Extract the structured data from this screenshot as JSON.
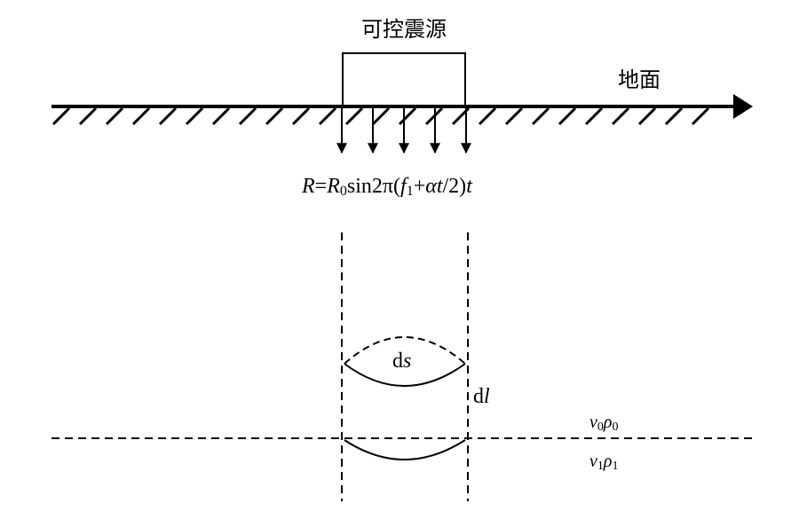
{
  "labels": {
    "source": "可控震源",
    "ground": "地面",
    "formula": {
      "r": "R",
      "eq": "=",
      "r0_base": "R",
      "r0_sub": "0",
      "sin": "sin2π(",
      "f1_base": "f",
      "f1_sub": "1",
      "plus": "+",
      "alpha": "α",
      "t1": "t",
      "div": "/2)",
      "t2": "t"
    },
    "ds": {
      "d": "d",
      "s": "s"
    },
    "dl": {
      "d": "d",
      "l": "l"
    },
    "layer0": {
      "v": "v",
      "v_sub": "0",
      "rho": "ρ",
      "rho_sub": "0"
    },
    "layer1": {
      "v": "v",
      "v_sub": "1",
      "rho": "ρ",
      "rho_sub": "1"
    }
  }
}
